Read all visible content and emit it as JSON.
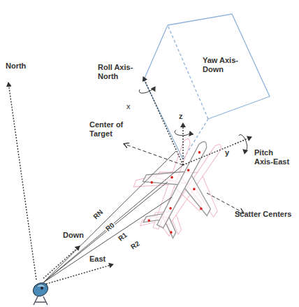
{
  "diagram": {
    "labels": [
      "Roll Axis-North",
      "Yaw Axis-Down",
      "x",
      "z",
      "Pitch Axis-East",
      "y",
      "Center of Target",
      "Scatter Centers",
      "North",
      "Down",
      "East",
      "RN",
      "R0",
      "R1",
      "R2"
    ]
  }
}
